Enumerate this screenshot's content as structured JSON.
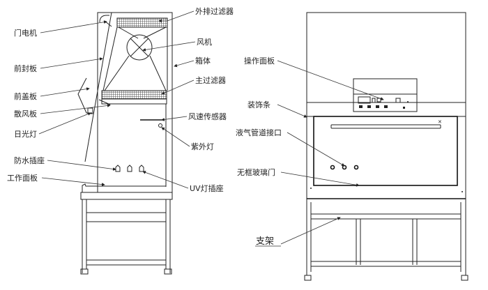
{
  "side_view": {
    "labels": {
      "exhaust_filter": "外排过滤器",
      "door_motor": "门电机",
      "fan": "风机",
      "cabinet_body": "箱体",
      "front_seal_plate": "前封板",
      "main_filter": "主过滤器",
      "front_cover_plate": "前盖板",
      "diffuser_plate": "散风板",
      "fluorescent_lamp": "日光灯",
      "air_speed_sensor": "风速传感器",
      "uv_lamp": "紫外灯",
      "waterproof_socket": "防水插座",
      "work_surface": "工作面板",
      "uv_lamp_socket": "UV灯插座"
    }
  },
  "front_view": {
    "labels": {
      "control_panel": "操作面板",
      "trim_strip": "装饰条",
      "gas_liquid_port": "液气管道接口",
      "frameless_glass_door": "无框玻璃门",
      "stand": "支架"
    }
  }
}
